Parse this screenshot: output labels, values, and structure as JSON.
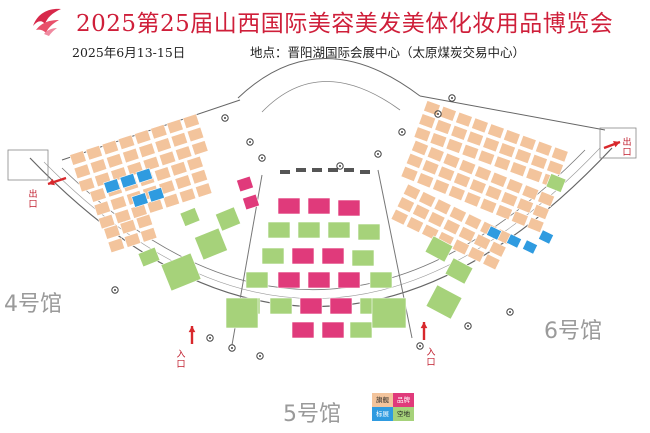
{
  "header": {
    "title": "2025第25届山西国际美容美发美体化妆用品博览会",
    "date": "2025年6月13-15日",
    "venue": "地点：晋阳湖国际会展中心（太原煤炭交易中心）"
  },
  "halls": {
    "hall4": "4号馆",
    "hall5": "5号馆",
    "hall6": "6号馆"
  },
  "entrances": {
    "exit_left": "出口",
    "entry_left": "入口",
    "entry_right": "入口",
    "exit_right": "出口"
  },
  "legend": {
    "flagship": "旗舰",
    "premium": "品牌",
    "standard": "标展",
    "space": "空地"
  },
  "colors": {
    "title": "#cf1f3a",
    "booth_standard": "#f3c49c",
    "booth_space": "#a6d27a",
    "booth_premium": "#e03a7b",
    "booth_special": "#2f9be0",
    "arrow": "#d8282c",
    "outline": "#555555"
  },
  "icons": {
    "logo": "phoenix-logo-icon",
    "entrance": "red-arrow-icon",
    "column": "column-ring-icon"
  }
}
